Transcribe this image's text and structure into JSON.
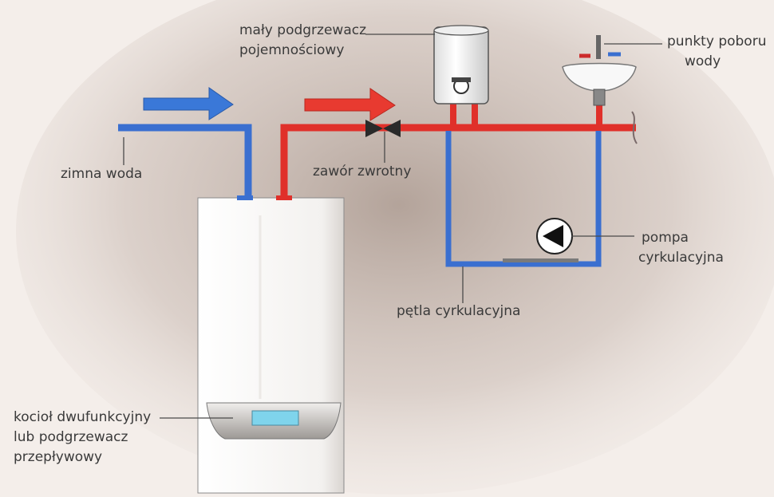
{
  "labels": {
    "heater": [
      "mały podgrzewacz",
      "pojemnościowy"
    ],
    "taps": [
      "punkty poboru",
      "wody"
    ],
    "cold_water": "zimna woda",
    "check_valve": "zawór zwrotny",
    "pump": [
      "pompa",
      "cyrkulacyjna"
    ],
    "loop": "pętla cyrkulacyjna",
    "boiler": [
      "kocioł dwufunkcyjny",
      "lub podgrzewacz",
      "przepływowy"
    ]
  },
  "colors": {
    "hot_pipe": "#e0302a",
    "cold_pipe": "#3a6fd0",
    "leader": "#4a4a4a",
    "boiler_body": "#fbfaf8",
    "display": "#7fd4ec"
  }
}
